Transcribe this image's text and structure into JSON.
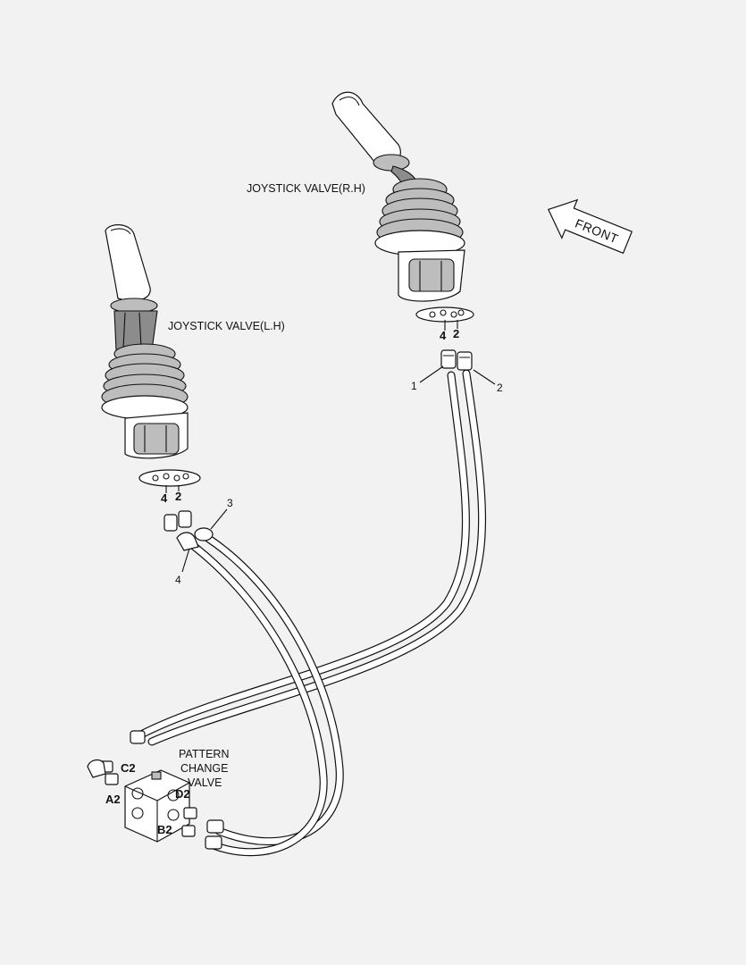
{
  "labels": {
    "joystick_rh": "JOYSTICK VALVE(R.H)",
    "joystick_lh": "JOYSTICK VALVE(L.H)",
    "front": "FRONT",
    "pattern_line1": "PATTERN",
    "pattern_line2": "CHANGE",
    "pattern_line3": "VALVE"
  },
  "ports": {
    "rh_4": "4",
    "rh_2": "2",
    "lh_4": "4",
    "lh_2": "2",
    "c2": "C2",
    "a2": "A2",
    "d2": "D2",
    "b2": "B2"
  },
  "callouts": {
    "item_1": "1",
    "item_2": "2",
    "item_3": "3",
    "item_4": "4"
  }
}
